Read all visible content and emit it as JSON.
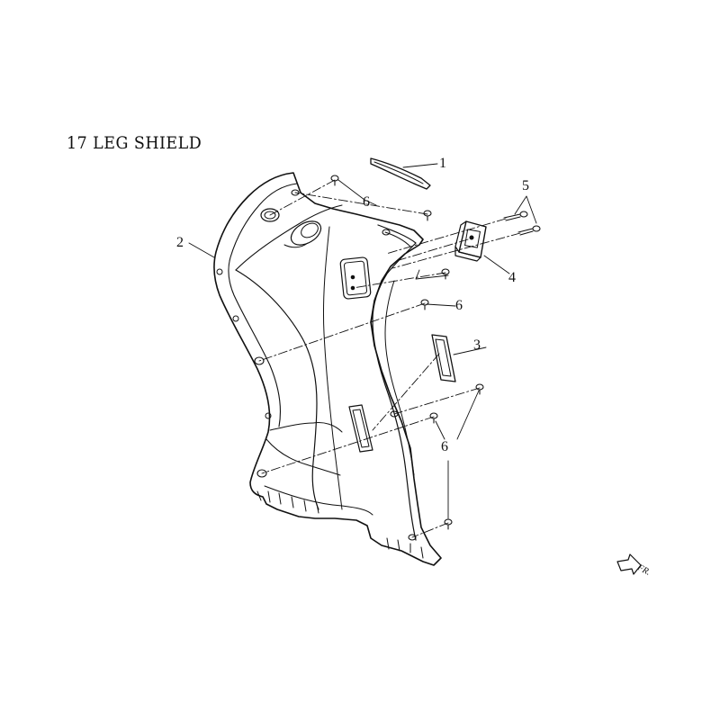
{
  "diagram": {
    "title": "17  LEG SHIELD",
    "callouts": [
      "1",
      "2",
      "3",
      "4",
      "5",
      "6"
    ],
    "direction_label": "FR."
  }
}
